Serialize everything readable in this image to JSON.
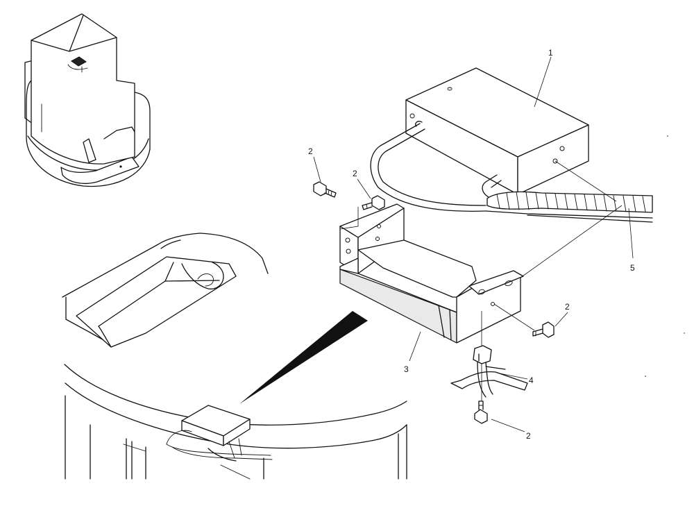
{
  "callouts": {
    "part_1": "1",
    "part_2_a": "2",
    "part_2_b": "2",
    "part_2_c": "2",
    "part_2_d": "2",
    "part_3": "3",
    "part_4": "4",
    "part_5": "5"
  }
}
